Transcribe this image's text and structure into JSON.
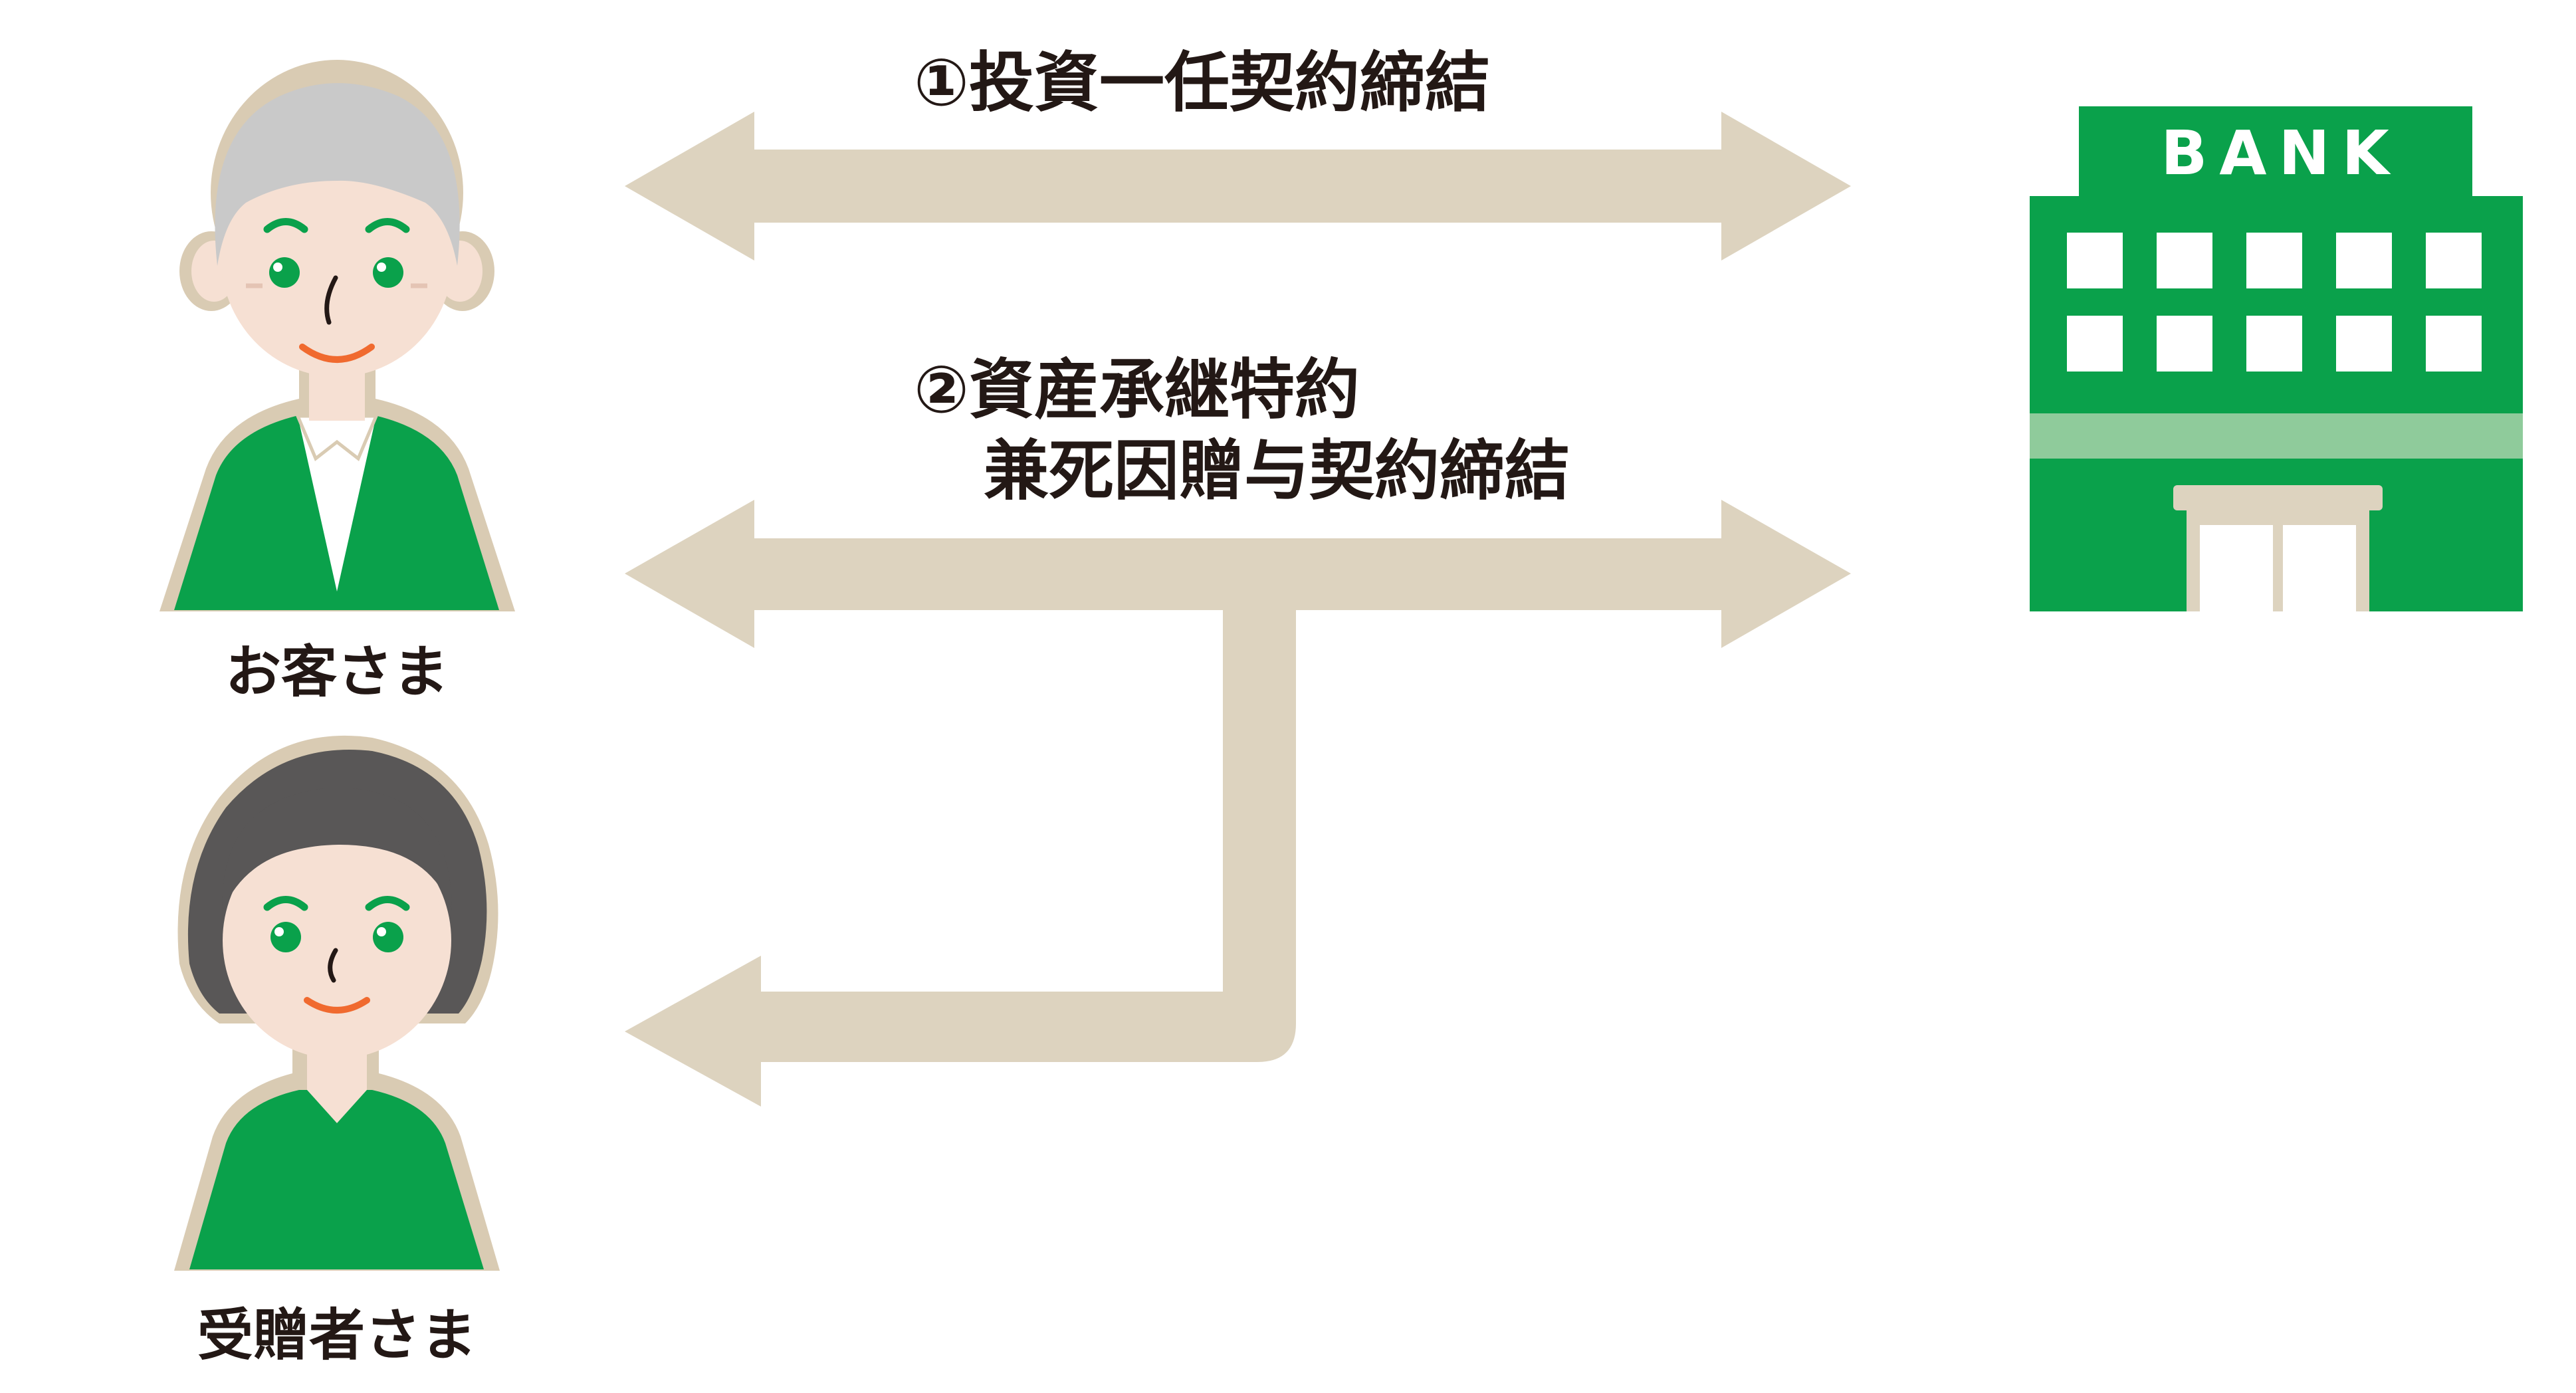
{
  "contracts": {
    "step1": "①投資一任契約締結",
    "step2_line1": "②資産承継特約",
    "step2_line2": "兼死因贈与契約締結"
  },
  "parties": {
    "customer_label": "お客さま",
    "recipient_label": "受贈者さま",
    "bank_sign": "BANK"
  },
  "colors": {
    "arrow": "#DDD3BF",
    "green": "#0AA14B",
    "light_green": "#8FCB9B",
    "skin": "#F6E0D3",
    "skin_outline": "#D9CBB3",
    "elder_hair": "#C9C9C9",
    "recipient_hair": "#595757",
    "mouth": "#F06A2F",
    "text": "#231815",
    "white": "#FFFFFF"
  },
  "icons": {
    "customer": "elderly-man-icon",
    "recipient": "woman-icon",
    "bank": "bank-building-icon"
  }
}
